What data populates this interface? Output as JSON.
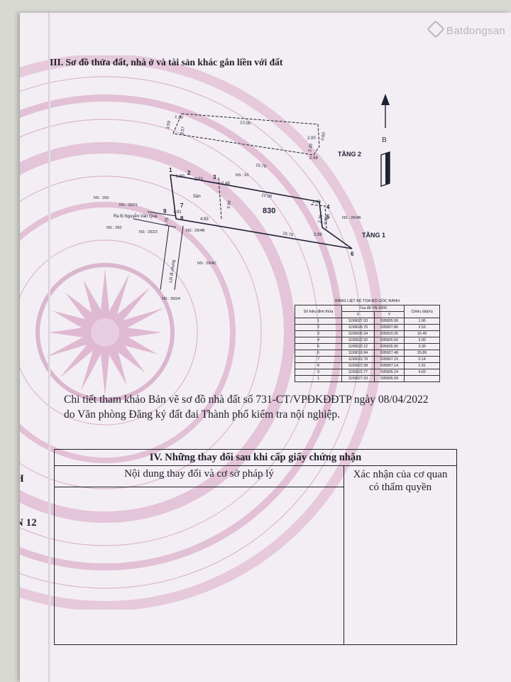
{
  "watermark": {
    "brand": "Batdongsan"
  },
  "section3": {
    "title": "III. Sơ đồ thửa đất, nhà ở và tài sản khác gắn liền với đất"
  },
  "sketch": {
    "parcel_no": "830",
    "floor2_label": "TẦNG 2",
    "floor1_label": "TẦNG 1",
    "north_label": "B",
    "san": "Sân",
    "road": "Ra Đ.Nguyễn Văn Quá",
    "alley": "Lối đi chung",
    "neighbors": [
      "NS : 260",
      "NS : 260/1",
      "NS : 260",
      "NS : 292/2",
      "NS : 63",
      "NS : 29/4B",
      "NS : 29/4B",
      "NS : 29/4C",
      "NS : 260/4"
    ],
    "dims_top": [
      "1.20",
      "12.00",
      "3.59",
      "3.57",
      "2.00",
      "0.60",
      "2.35",
      "2.99",
      "15.76"
    ],
    "dims_mid": [
      "1.90",
      "2.53",
      "2.49",
      "4.93",
      "1.91",
      "1.75",
      "3.95",
      "12.00",
      "15.76",
      "2.00",
      "2.99",
      "0.60",
      "2.35"
    ],
    "points": [
      "1",
      "2",
      "3",
      "4",
      "5",
      "6",
      "7",
      "8",
      "9"
    ]
  },
  "coord_table": {
    "caption": "BẢNG LIỆT KÊ TỌA ĐỘ GÓC RANH",
    "h_point": "Số hiệu đỉnh thửa",
    "h_vn": "Tọa độ VN-2000",
    "h_x": "X",
    "h_y": "Y",
    "h_len": "Chiều dài(m)",
    "rows": [
      {
        "p": "1",
        "x": "1199027.03",
        "y": "595805.99",
        "l": "1.90"
      },
      {
        "p": "2",
        "x": "1199026.70",
        "y": "595807.86",
        "l": "2.53"
      },
      {
        "p": "3",
        "x": "1199026.24",
        "y": "595810.35",
        "l": "16.49"
      },
      {
        "p": "4",
        "x": "1199022.92",
        "y": "595826.50",
        "l": "2.00"
      },
      {
        "p": "5",
        "x": "1199022.12",
        "y": "595826.90",
        "l": "3.30"
      },
      {
        "p": "6",
        "x": "1199018.94",
        "y": "595827.48",
        "l": "20.89"
      },
      {
        "p": "7",
        "x": "1199022.78",
        "y": "595807.15",
        "l": "0.14"
      },
      {
        "p": "8",
        "x": "1199022.58",
        "y": "595807.14",
        "l": "1.91"
      },
      {
        "p": "9",
        "x": "1199022.77",
        "y": "595805.24",
        "l": "4.83"
      },
      {
        "p": "1",
        "x": "1199027.03",
        "y": "595805.99",
        "l": ""
      }
    ]
  },
  "reference": {
    "line1": "Chi tiết tham khảo Bản vẽ sơ đồ nhà đất số 731-CT/VPĐKĐĐTP ngày 08/04/2022",
    "line2": "do Văn phòng Đăng ký đất đai Thành phố kiểm tra nội nghiệp."
  },
  "section4": {
    "title": "IV. Những thay đổi sau khi cấp giấy chứng nhận",
    "col1": "Nội dung thay đổi và cơ sở pháp lý",
    "col2_line1": "Xác nhận của cơ quan",
    "col2_line2": "có thẩm quyền"
  },
  "left_edge": {
    "char1": "H",
    "char2": "N 12"
  }
}
